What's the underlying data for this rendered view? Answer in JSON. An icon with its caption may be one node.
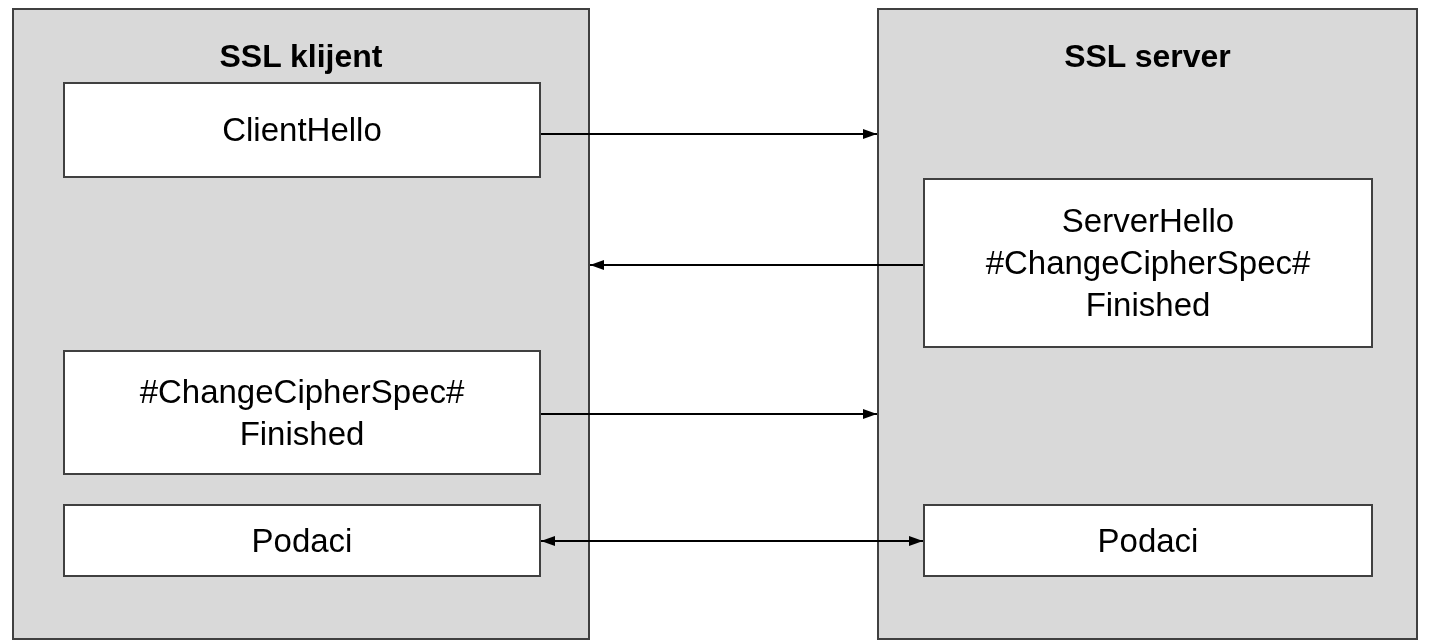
{
  "diagram": {
    "nodes": [
      {
        "text": [
          "SSL klijent"
        ]
      },
      {
        "text": [
          "ClientHello"
        ],
        "in": 0
      },
      {
        "text": [
          "#ChangeCipherSpec# Finished"
        ],
        "in": 0
      },
      {
        "text": [
          "Podaci"
        ],
        "in": 0
      },
      {
        "text": [
          "SSL server"
        ]
      },
      {
        "text": [
          "ServerHello #ChangeCipherSpec# Finished"
        ],
        "in": 4
      },
      {
        "text": [
          "Podaci"
        ],
        "in": 4
      }
    ],
    "edges": [
      {
        "from": 1,
        "to": 4,
        "arrow": "to"
      },
      {
        "from": 5,
        "to": 0,
        "arrow": "to"
      },
      {
        "from": 2,
        "to": 4,
        "arrow": "to"
      },
      {
        "from": 3,
        "to": 6,
        "arrow": "both"
      }
    ]
  }
}
